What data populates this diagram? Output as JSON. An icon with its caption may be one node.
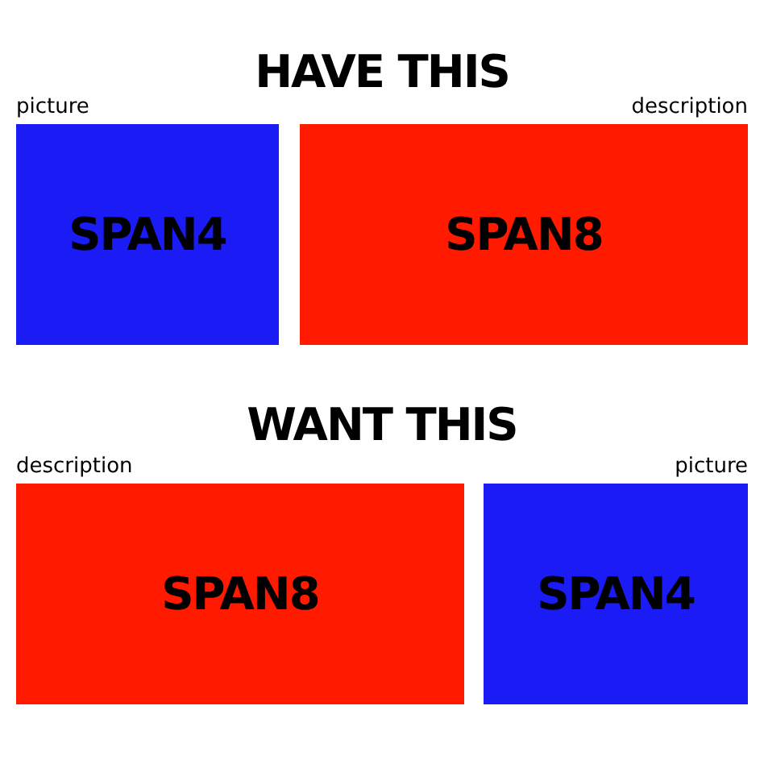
{
  "diagram": {
    "nodes": [
      {
        "text": [
          "SPAN4"
        ],
        "beside": [
          "picture"
        ]
      },
      {
        "text": [
          "SPAN8"
        ],
        "beside": [
          "description"
        ]
      },
      {
        "text": [
          "SPAN8"
        ],
        "beside": [
          "description"
        ]
      },
      {
        "text": [
          "SPAN4"
        ],
        "beside": [
          "picture"
        ]
      }
    ],
    "edges": [],
    "labels": [
      "HAVE THIS",
      "WANT THIS"
    ]
  }
}
